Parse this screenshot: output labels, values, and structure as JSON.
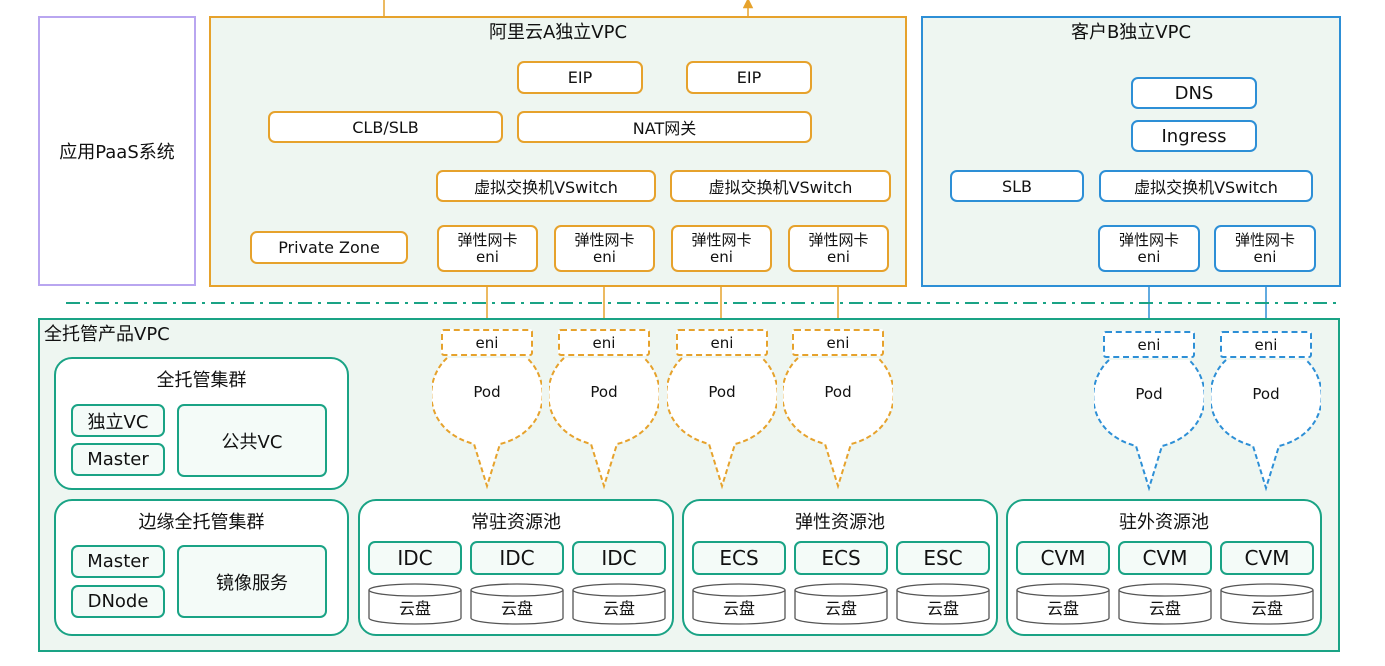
{
  "paas": {
    "label": "应用PaaS系统"
  },
  "vpc_a": {
    "title": "阿里云A独立VPC",
    "eip1": "EIP",
    "eip2": "EIP",
    "clb": "CLB/SLB",
    "nat": "NAT网关",
    "vswitch1": "虚拟交换机VSwitch",
    "vswitch2": "虚拟交换机VSwitch",
    "private_zone": "Private Zone",
    "eni_cards": [
      {
        "line1": "弹性网卡",
        "line2": "eni"
      },
      {
        "line1": "弹性网卡",
        "line2": "eni"
      },
      {
        "line1": "弹性网卡",
        "line2": "eni"
      },
      {
        "line1": "弹性网卡",
        "line2": "eni"
      }
    ]
  },
  "vpc_b": {
    "title": "客户B独立VPC",
    "dns": "DNS",
    "ingress": "Ingress",
    "slb": "SLB",
    "vswitch": "虚拟交换机VSwitch",
    "eni_cards": [
      {
        "line1": "弹性网卡",
        "line2": "eni"
      },
      {
        "line1": "弹性网卡",
        "line2": "eni"
      }
    ]
  },
  "managed": {
    "title": "全托管产品VPC",
    "cluster": {
      "title": "全托管集群",
      "independent_vc": "独立VC",
      "master": "Master",
      "public_vc": "公共VC"
    },
    "edge": {
      "title": "边缘全托管集群",
      "master": "Master",
      "dnode": "DNode",
      "mirror": "镜像服务"
    },
    "pods": [
      {
        "eni": "eni",
        "pod": "Pod"
      },
      {
        "eni": "eni",
        "pod": "Pod"
      },
      {
        "eni": "eni",
        "pod": "Pod"
      },
      {
        "eni": "eni",
        "pod": "Pod"
      },
      {
        "eni": "eni",
        "pod": "Pod"
      },
      {
        "eni": "eni",
        "pod": "Pod"
      }
    ],
    "pools": [
      {
        "title": "常驻资源池",
        "items": [
          "IDC",
          "IDC",
          "IDC"
        ],
        "disks": [
          "云盘",
          "云盘",
          "云盘"
        ]
      },
      {
        "title": "弹性资源池",
        "items": [
          "ECS",
          "ECS",
          "ESC"
        ],
        "disks": [
          "云盘",
          "云盘",
          "云盘"
        ]
      },
      {
        "title": "驻外资源池",
        "items": [
          "CVM",
          "CVM",
          "CVM"
        ],
        "disks": [
          "云盘",
          "云盘",
          "云盘"
        ]
      }
    ]
  },
  "colors": {
    "orange": "#e6a22c",
    "blue": "#2d8fd6",
    "green": "#1aa385",
    "purple": "#b9a6f0"
  }
}
